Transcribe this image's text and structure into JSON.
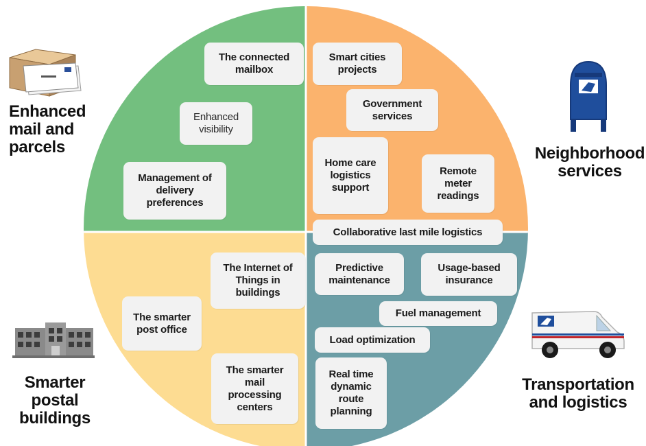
{
  "colors": {
    "q_top_left": "#73bf7f",
    "q_top_right": "#fbb36d",
    "q_bottom_left": "#fddc92",
    "q_bottom_right": "#6c9ea6",
    "box_fill": "#f2f2f2",
    "usps_blue": "#1f4e9c"
  },
  "categories": {
    "top_left": "Enhanced\nmail and\nparcels",
    "top_right": "Neighborhood\nservices",
    "bottom_left": "Smarter\npostal\nbuildings",
    "bottom_right": "Transportation\nand logistics"
  },
  "icons": {
    "top_left": "parcel-box-icon",
    "top_right": "mailbox-icon",
    "bottom_left": "postal-building-icon",
    "bottom_right": "delivery-truck-icon"
  },
  "boxes": {
    "connected_mailbox": "The connected\nmailbox",
    "enhanced_visibility": "Enhanced\nvisibility",
    "delivery_preferences": "Management of\ndelivery\npreferences",
    "smart_cities": "Smart cities\nprojects",
    "government_services": "Government\nservices",
    "home_care": "Home care\nlogistics\nsupport",
    "remote_meter": "Remote\nmeter\nreadings",
    "collaborative_last_mile": "Collaborative last mile logistics",
    "iot_buildings": "The Internet of\nThings in\nbuildings",
    "smarter_post_office": "The smarter\npost office",
    "smarter_mail_processing": "The smarter\nmail\nprocessing\ncenters",
    "predictive_maintenance": "Predictive\nmaintenance",
    "usage_based_insurance": "Usage-based\ninsurance",
    "fuel_management": "Fuel management",
    "load_optimization": "Load optimization",
    "route_planning": "Real time\ndynamic\nroute\nplanning"
  }
}
